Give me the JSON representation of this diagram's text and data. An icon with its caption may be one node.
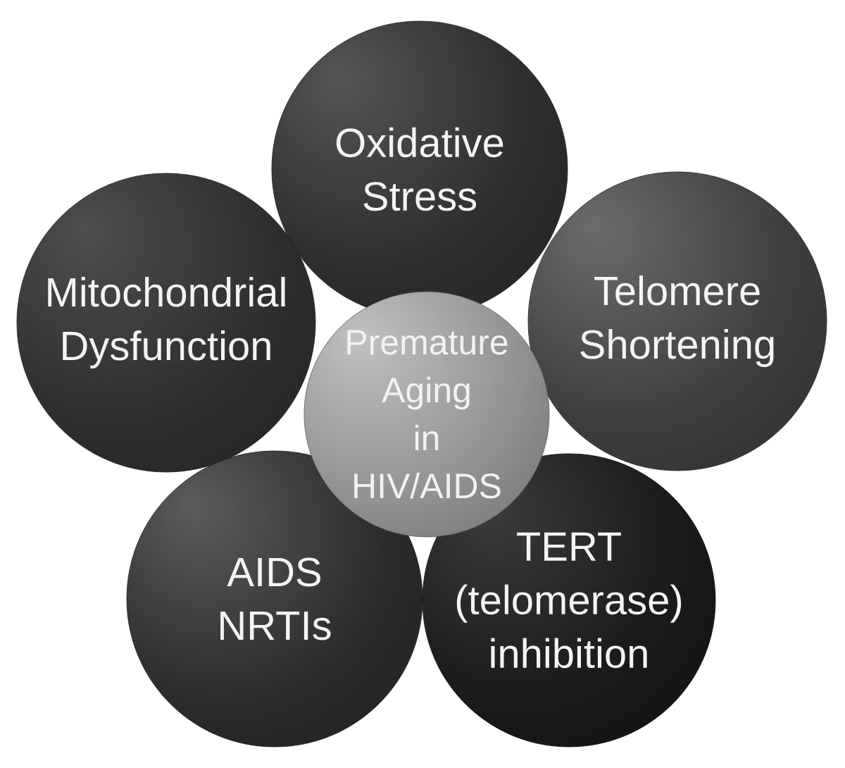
{
  "diagram": {
    "nodes": [
      {
        "text": [
          "Oxidative Stress"
        ]
      },
      {
        "text": [
          "Mitochondrial Dysfunction"
        ]
      },
      {
        "text": [
          "Telomere Shortening"
        ]
      },
      {
        "text": [
          "Premature Aging in HIV/AIDS"
        ]
      },
      {
        "text": [
          "AIDS NRTIs"
        ]
      },
      {
        "text": [
          "TERT (telomerase) inhibition"
        ]
      }
    ]
  }
}
